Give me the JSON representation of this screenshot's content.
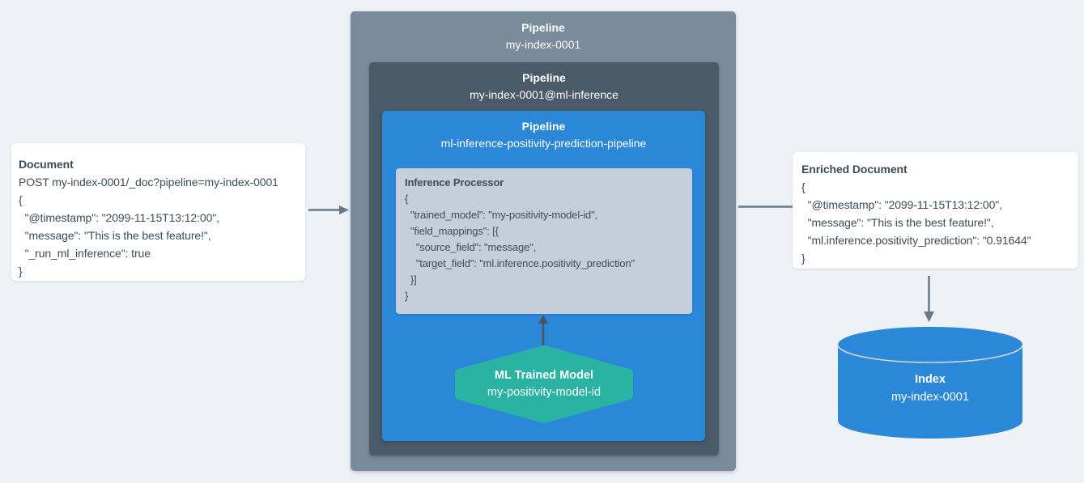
{
  "colors": {
    "background": "#eef1f5",
    "outer_pipeline_box": "#7a8b9b",
    "mid_pipeline_box": "#4a5a68",
    "inner_pipeline_box": "#2b87d8",
    "processor_box": "#c5cfda",
    "hexagon": "#2ab3a2",
    "cylinder": "#2b87d8",
    "arrow": "#697887",
    "arrow_dark": "#4a545f",
    "text_dark": "#3e4c59"
  },
  "document_card": {
    "title": "Document",
    "lines": [
      "POST my-index-0001/_doc?pipeline=my-index-0001",
      "{",
      "  \"@timestamp\": \"2099-11-15T13:12:00\",",
      "  \"message\": \"This is the best feature!\",",
      "  \"_run_ml_inference\": true",
      "}"
    ]
  },
  "pipeline_outer": {
    "label": "Pipeline",
    "name": "my-index-0001"
  },
  "pipeline_mid": {
    "label": "Pipeline",
    "name": "my-index-0001@ml-inference"
  },
  "pipeline_inner": {
    "label": "Pipeline",
    "name": "ml-inference-positivity-prediction-pipeline"
  },
  "inference_processor": {
    "title": "Inference Processor",
    "lines": [
      "{",
      "  \"trained_model\": \"my-positivity-model-id\",",
      "  \"field_mappings\": [{",
      "    \"source_field\": \"message\",",
      "    \"target_field\": \"ml.inference.positivity_prediction\"",
      "  }]",
      "}"
    ]
  },
  "ml_model": {
    "label": "ML Trained Model",
    "name": "my-positivity-model-id"
  },
  "enriched_card": {
    "title": "Enriched Document",
    "lines": [
      "{",
      "  \"@timestamp\": \"2099-11-15T13:12:00\",",
      "  \"message\": \"This is the best feature!\",",
      "  \"ml.inference.positivity_prediction\": \"0.91644\"",
      "}"
    ]
  },
  "index": {
    "label": "Index",
    "name": "my-index-0001"
  }
}
